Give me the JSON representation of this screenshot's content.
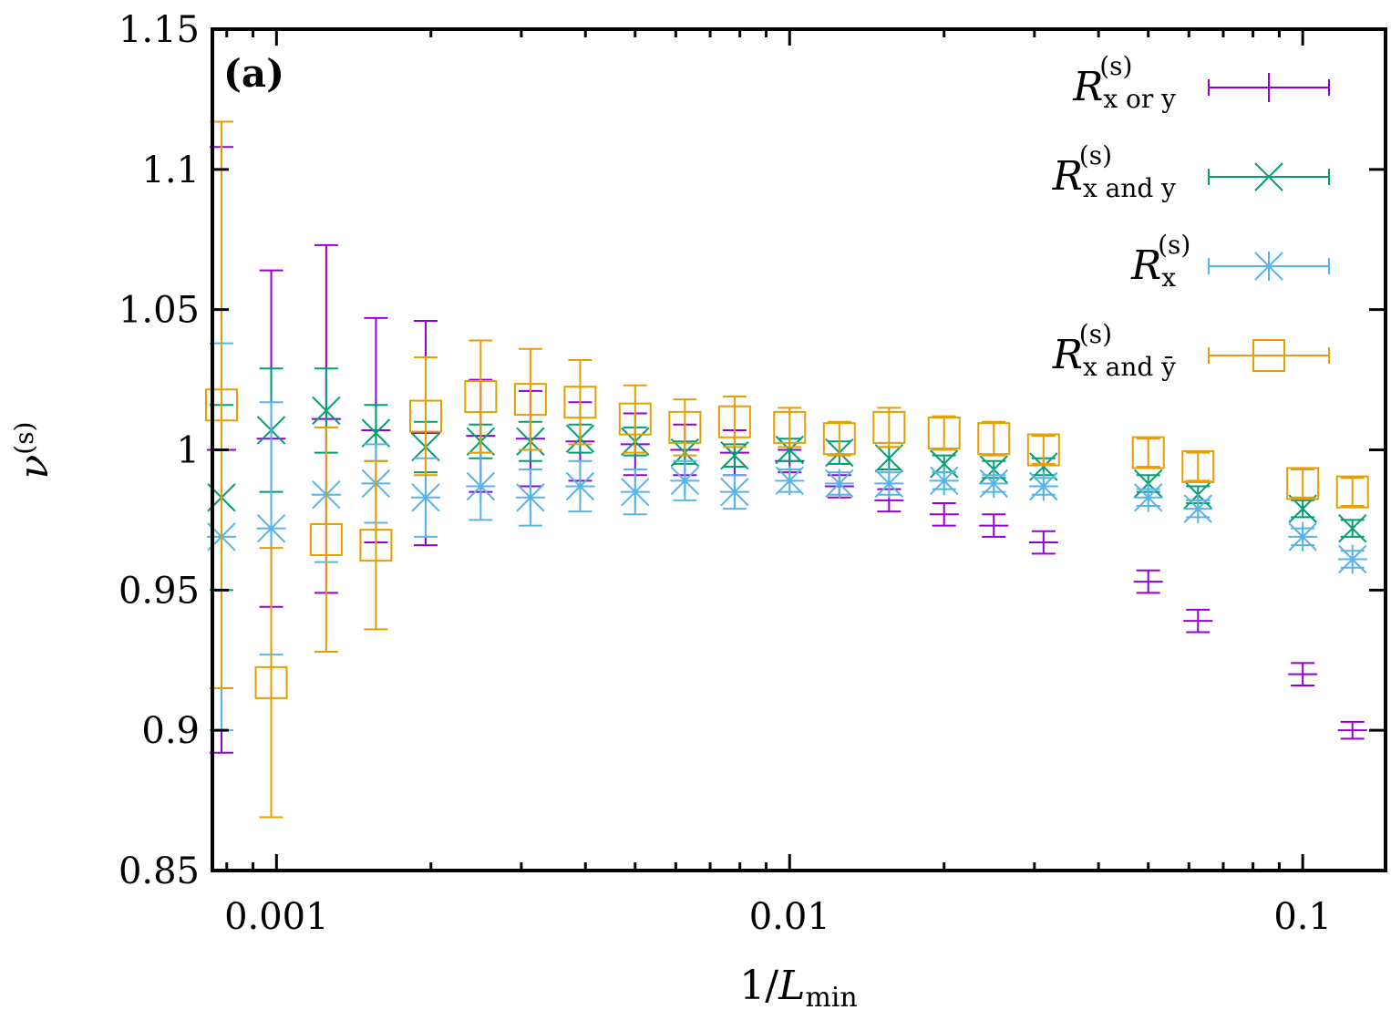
{
  "chart_data": {
    "type": "scatter",
    "title": "",
    "panel_label": "(a)",
    "xlabel": {
      "prefix": "1/",
      "var": "L",
      "sub": "min"
    },
    "ylabel": {
      "var": "ν",
      "sup": "(s)"
    },
    "xscale": "log",
    "xlim": [
      0.00075,
      0.145
    ],
    "ylim": [
      0.85,
      1.15
    ],
    "xticks": [
      0.001,
      0.01,
      0.1
    ],
    "xtick_labels": [
      "0.001",
      "0.01",
      "0.1"
    ],
    "yticks": [
      0.85,
      0.9,
      0.95,
      1,
      1.05,
      1.1,
      1.15
    ],
    "ytick_labels": [
      "0.85",
      "0.9",
      "0.95",
      "1",
      "1.05",
      "1.1",
      "1.15"
    ],
    "grid": false,
    "legend_position": "top-right",
    "series": [
      {
        "name": {
          "main": "R",
          "sub": "x or y",
          "sup": "(s)"
        },
        "marker": "plus",
        "color": "#9400d3",
        "x": [
          0.00078125,
          0.0009765625,
          0.00125,
          0.0015625,
          0.001953125,
          0.0025,
          0.003125,
          0.00390625,
          0.005,
          0.00625,
          0.0078125,
          0.01,
          0.0125,
          0.015625,
          0.02,
          0.025,
          0.03125,
          0.05,
          0.0625,
          0.1,
          0.125
        ],
        "y": [
          1.0,
          1.004,
          1.011,
          1.007,
          1.006,
          1.005,
          1.004,
          1.003,
          1.002,
          1.0,
          0.999,
          0.996,
          0.987,
          0.982,
          0.977,
          0.973,
          0.967,
          0.953,
          0.939,
          0.92,
          0.9
        ],
        "yerr": [
          0.108,
          0.06,
          0.062,
          0.04,
          0.04,
          0.02,
          0.017,
          0.014,
          0.011,
          0.009,
          0.008,
          0.004,
          0.004,
          0.004,
          0.004,
          0.004,
          0.004,
          0.004,
          0.004,
          0.004,
          0.003
        ]
      },
      {
        "name": {
          "main": "R",
          "sub": "x and y",
          "sup": "(s)"
        },
        "marker": "cross",
        "color": "#009e73",
        "x": [
          0.00078125,
          0.0009765625,
          0.00125,
          0.0015625,
          0.001953125,
          0.0025,
          0.003125,
          0.00390625,
          0.005,
          0.00625,
          0.0078125,
          0.01,
          0.0125,
          0.015625,
          0.02,
          0.025,
          0.03125,
          0.05,
          0.0625,
          0.1,
          0.125
        ],
        "y": [
          0.983,
          1.007,
          1.014,
          1.006,
          1.001,
          1.003,
          1.003,
          1.004,
          1.003,
          0.999,
          0.998,
          1.0,
          0.999,
          0.997,
          0.995,
          0.993,
          0.994,
          0.988,
          0.984,
          0.979,
          0.972
        ],
        "yerr": [
          0.033,
          0.022,
          0.015,
          0.01,
          0.009,
          0.006,
          0.007,
          0.005,
          0.005,
          0.004,
          0.004,
          0.004,
          0.004,
          0.004,
          0.003,
          0.003,
          0.003,
          0.003,
          0.003,
          0.003,
          0.003
        ]
      },
      {
        "name": {
          "main": "R",
          "sub": "x",
          "sup": "(s)"
        },
        "marker": "star",
        "color": "#56b4e9",
        "x": [
          0.00078125,
          0.0009765625,
          0.00125,
          0.0015625,
          0.001953125,
          0.0025,
          0.003125,
          0.00390625,
          0.005,
          0.00625,
          0.0078125,
          0.01,
          0.0125,
          0.015625,
          0.02,
          0.025,
          0.03125,
          0.05,
          0.0625,
          0.1,
          0.125
        ],
        "y": [
          0.969,
          0.972,
          0.984,
          0.988,
          0.983,
          0.987,
          0.983,
          0.987,
          0.985,
          0.989,
          0.985,
          0.989,
          0.988,
          0.988,
          0.989,
          0.988,
          0.987,
          0.983,
          0.979,
          0.969,
          0.961
        ],
        "yerr": [
          0.069,
          0.045,
          0.024,
          0.014,
          0.014,
          0.012,
          0.01,
          0.009,
          0.008,
          0.007,
          0.006,
          0.004,
          0.004,
          0.004,
          0.003,
          0.003,
          0.003,
          0.003,
          0.003,
          0.003,
          0.003
        ]
      },
      {
        "name": {
          "main": "R",
          "sub": "x and ȳ",
          "sup": "(s)"
        },
        "marker": "square",
        "color": "#e69f00",
        "x": [
          0.00078125,
          0.0009765625,
          0.00125,
          0.0015625,
          0.001953125,
          0.0025,
          0.003125,
          0.00390625,
          0.005,
          0.00625,
          0.0078125,
          0.01,
          0.0125,
          0.015625,
          0.02,
          0.025,
          0.03125,
          0.05,
          0.0625,
          0.1,
          0.125
        ],
        "y": [
          1.016,
          0.917,
          0.968,
          0.966,
          1.012,
          1.019,
          1.018,
          1.017,
          1.011,
          1.008,
          1.01,
          1.008,
          1.004,
          1.008,
          1.006,
          1.004,
          1.0,
          0.999,
          0.994,
          0.988,
          0.985
        ],
        "yerr": [
          0.101,
          0.048,
          0.04,
          0.03,
          0.021,
          0.02,
          0.018,
          0.015,
          0.012,
          0.01,
          0.009,
          0.007,
          0.006,
          0.007,
          0.006,
          0.006,
          0.005,
          0.005,
          0.005,
          0.005,
          0.005
        ]
      }
    ]
  }
}
